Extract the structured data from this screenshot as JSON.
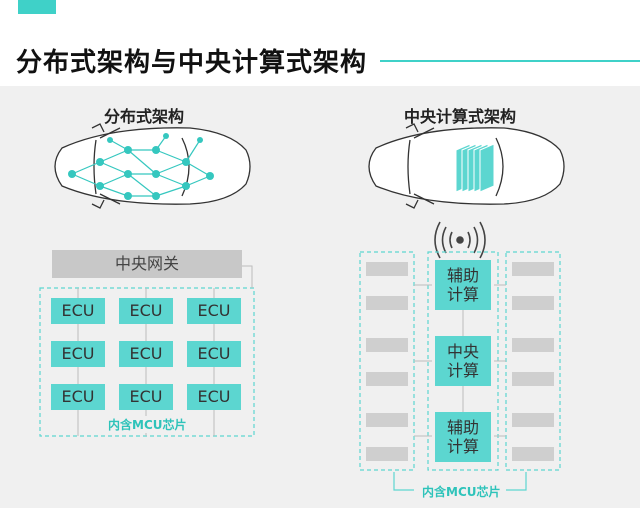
{
  "title": "分布式架构与中央计算式架构",
  "distributed": {
    "title": "分布式架构",
    "gateway_label": "中央网关",
    "ecu_label": "ECU",
    "mcu_label": "内含MCU芯片"
  },
  "central": {
    "title": "中央计算式架构",
    "aux_label_top": "辅助\n计算",
    "central_label": "中央\n计算",
    "aux_label_bottom": "辅助\n计算",
    "mcu_label": "内含MCU芯片"
  },
  "colors": {
    "accent": "#3fd1c8",
    "box_fill": "#5cd6d0",
    "gateway_fill": "#c8c8c8",
    "panel_bg": "#f0f0f0"
  }
}
